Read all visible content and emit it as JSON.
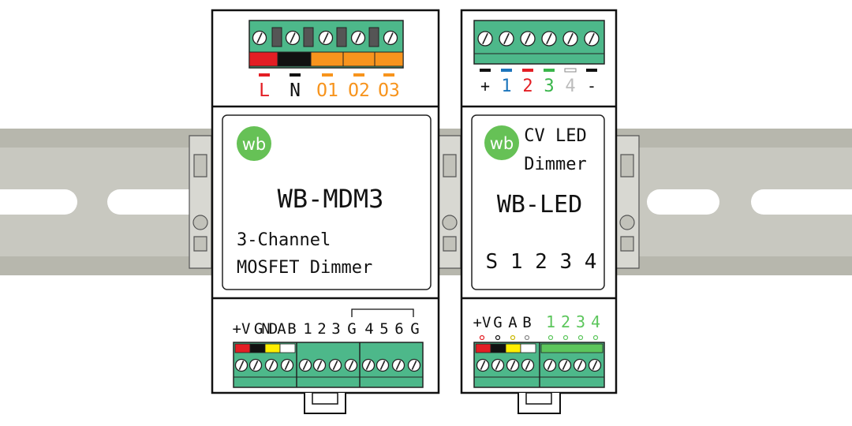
{
  "modules": {
    "mdm3": {
      "logo": "wb",
      "model": "WB-MDM3",
      "desc_line1": "3-Channel",
      "desc_line2": "MOSFET Dimmer",
      "top_labels": [
        "L",
        "N",
        "O1",
        "O2",
        "O3"
      ],
      "bottom_labels": [
        "+V",
        "GND",
        "A",
        "B",
        "1",
        "2",
        "3",
        "G",
        "4",
        "5",
        "6",
        "G"
      ]
    },
    "led": {
      "logo": "wb",
      "title_line1": "CV LED",
      "title_line2": "Dimmer",
      "model": "WB-LED",
      "switch_labels": "S 1 2 3 4",
      "top_labels": [
        "+",
        "1",
        "2",
        "3",
        "4",
        "-"
      ],
      "bottom_labels": [
        "+V",
        "G",
        "A",
        "B",
        "1",
        "2",
        "3",
        "4"
      ]
    }
  },
  "colors": {
    "rail": "#c8c8c0",
    "rail_dark": "#b6b6ac",
    "terminal_green": "#4db88a",
    "wb_green": "#66c156",
    "live_red": "#e31e24",
    "neutral_black": "#111111",
    "output_orange": "#f7941d",
    "ch_blue": "#1c75bc",
    "ch_red": "#e31e24",
    "ch_green": "#39b54a",
    "ch_gray": "#bcbcbc",
    "bus_yellow": "#ffef00",
    "out_green": "#5cc65c"
  }
}
